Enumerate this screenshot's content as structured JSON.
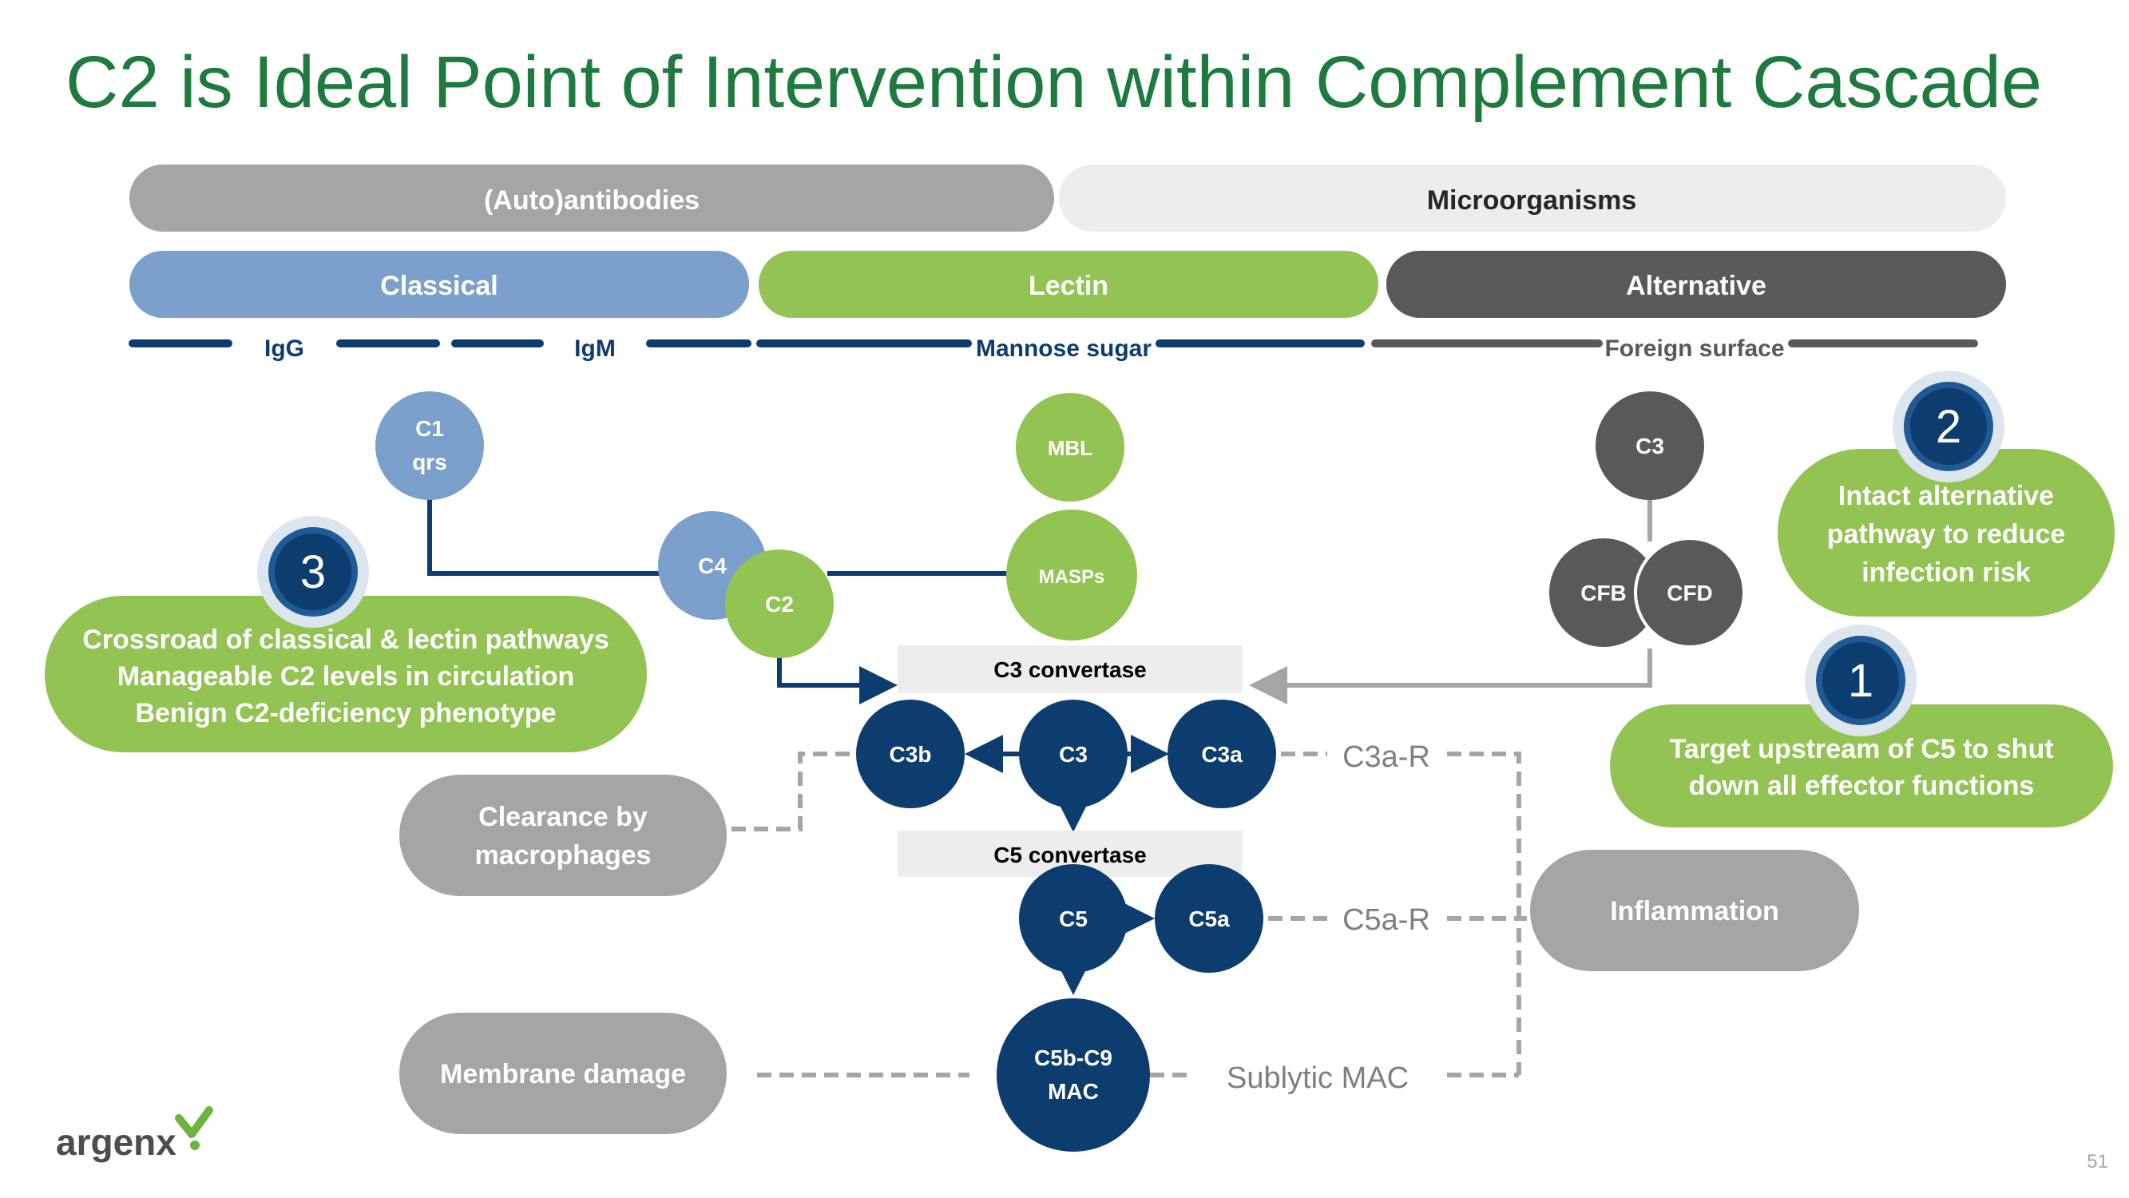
{
  "title": "C2 is Ideal Point of Intervention within Complement Cascade",
  "triggers": {
    "autoantibodies": "(Auto)antibodies",
    "microorganisms": "Microorganisms"
  },
  "pathways": {
    "classical": "Classical",
    "lectin": "Lectin",
    "alternative": "Alternative"
  },
  "surface_labels": {
    "igg": "IgG",
    "igm": "IgM",
    "mannose": "Mannose sugar",
    "foreign": "Foreign surface"
  },
  "nodes": {
    "c1_line1": "C1",
    "c1_line2": "qrs",
    "c4": "C4",
    "c2": "C2",
    "mbl": "MBL",
    "masps": "MASPs",
    "c3_alt": "C3",
    "cfb": "CFB",
    "cfd": "CFD",
    "c3b": "C3b",
    "c3": "C3",
    "c3a": "C3a",
    "c5": "C5",
    "c5a": "C5a",
    "mac_line1": "C5b-C9",
    "mac_line2": "MAC"
  },
  "convertases": {
    "c3": "C3 convertase",
    "c5": "C5 convertase"
  },
  "receptors": {
    "c3ar": "C3a-R",
    "c5ar": "C5a-R",
    "sublytic": "Sublytic MAC"
  },
  "effects": {
    "clearance_line1": "Clearance by",
    "clearance_line2": "macrophages",
    "membrane": "Membrane damage",
    "inflammation": "Inflammation"
  },
  "callouts": {
    "c1_num": "1",
    "c1_line1": "Target upstream of C5 to shut",
    "c1_line2": "down all effector functions",
    "c2_num": "2",
    "c2_line1": "Intact alternative",
    "c2_line2": "pathway to reduce",
    "c2_line3": "infection risk",
    "c3_num": "3",
    "c3_line1": "Crossroad of classical & lectin pathways",
    "c3_line2": "Manageable C2 levels in circulation",
    "c3_line3": "Benign C2-deficiency phenotype"
  },
  "brand": "argenx",
  "page_number": "51",
  "colors": {
    "title_green": "#1e7a3e",
    "classical_blue": "#7aa0cb",
    "lectin_green": "#92c353",
    "alternative_dark": "#595959",
    "navy": "#0d3c6e",
    "grey_pill": "#a5a5a5",
    "light_pill": "#ededed"
  }
}
